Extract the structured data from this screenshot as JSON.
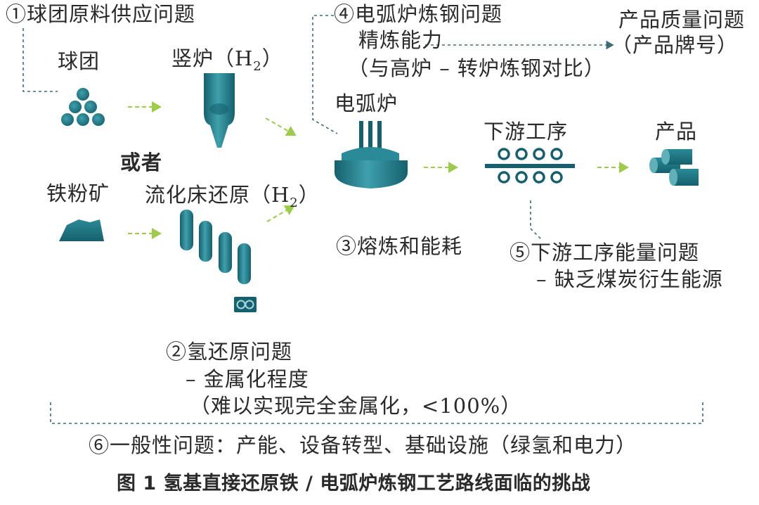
{
  "labels": {
    "issue1": "①球团原料供应问题",
    "pellet": "球团",
    "shaft_furnace": "竖炉（H",
    "shaft_h2_close": "）",
    "or_text": "或者",
    "iron_ore_fines": "铁粉矿",
    "fluid_bed": "流化床还原（H",
    "fluid_h2_close": "）",
    "h2_sub": "2",
    "issue4_line1": "④电弧炉炼钢问题",
    "issue4_line2": "精炼能力",
    "issue4_line3": "（与高炉 – 转炉炼钢对比）",
    "product_quality_line1": "产品质量问题",
    "product_quality_line2": "（产品牌号）",
    "eaf": "电弧炉",
    "downstream": "下游工序",
    "product": "产品",
    "issue3": "③熔炼和能耗",
    "issue5_line1": "⑤下游工序能量问题",
    "issue5_line2": "– 缺乏煤炭衍生能源",
    "issue2_line1": "②氢还原问题",
    "issue2_line2": "– 金属化程度",
    "issue2_line3": "（难以实现完全金属化，<100%）",
    "issue6": "⑥一般性问题：产能、设备转型、基础设施（绿氢和电力）",
    "caption": "图 1  氢基直接还原铁 / 电弧炉炼钢工艺路线面临的挑战"
  },
  "colors": {
    "teal_dark": "#15606e",
    "teal_mid": "#2b8a97",
    "teal_light": "#5fb0b9",
    "arrow_green": "#9ccc4a",
    "dash_line": "#3f6b74"
  },
  "icons": [
    "pellet-pile-icon",
    "shaft-furnace-icon",
    "ore-pile-icon",
    "fluidized-bed-icon",
    "electric-arc-furnace-icon",
    "rolling-mill-icon",
    "product-cylinders-icon"
  ]
}
